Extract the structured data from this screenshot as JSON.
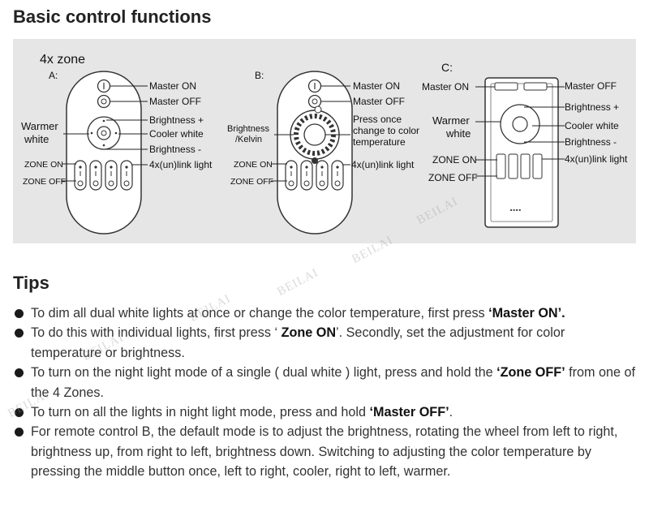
{
  "header": {
    "title": "Basic control functions"
  },
  "diagram": {
    "zone_title": "4x zone",
    "remote_a": {
      "tag": "A:",
      "master_on": "Master ON",
      "master_off": "Master OFF",
      "brightness_up": "Brightness +",
      "cooler_white": "Cooler white",
      "brightness_down": "Brightness -",
      "warmer_line1": "Warmer",
      "warmer_line2": "white",
      "zone_on": "ZONE ON",
      "zone_off": "ZONE OFF",
      "link_light": "4x(un)link light"
    },
    "remote_b": {
      "tag": "B:",
      "master_on": "Master ON",
      "master_off": "Master OFF",
      "press_line1": "Press once",
      "press_line2": "change to color",
      "press_line3": "temperature",
      "brightness_line1": "Brightness",
      "brightness_line2": "/Kelvin",
      "zone_on": "ZONE ON",
      "zone_off": "ZONE OFF",
      "link_light": "4x(un)link light"
    },
    "remote_c": {
      "tag": "C:",
      "master_on": "Master ON",
      "master_off": "Master OFF",
      "brightness_up": "Brightness +",
      "cooler_white": "Cooler white",
      "brightness_down": "Brightness -",
      "warmer_line1": "Warmer",
      "warmer_line2": "white",
      "zone_on": "ZONE ON",
      "zone_off": "ZONE OFF",
      "link_light": "4x(un)link light"
    }
  },
  "tips": {
    "title": "Tips",
    "items": [
      {
        "text": "To dim all dual white lights at once or change the color temperature, first press ",
        "bold": "‘Master ON’.",
        "after": ""
      },
      {
        "text": "To do this with individual lights, first press ‘ ",
        "bold": "Zone ON",
        "after": "’. Secondly, set the adjustment for color temperature or brightness."
      },
      {
        "text": "To turn on the night light mode of a single ( dual white ) light, press and hold the ",
        "bold": "‘Zone OFF’",
        "after": " from one of the 4 Zones."
      },
      {
        "text": "To turn on all the lights in night light mode, press and hold ",
        "bold": "‘Master OFF’",
        "after": "."
      },
      {
        "text": "For remote control B, the default mode is to adjust the brightness, rotating the wheel from left to  right, brightness up, from right to left, brightness down. Switching to adjusting the color temperature by pressing the middle button once, left to right, cooler, right to left, warmer.",
        "bold": "",
        "after": ""
      }
    ]
  },
  "watermark": "BEILAI"
}
